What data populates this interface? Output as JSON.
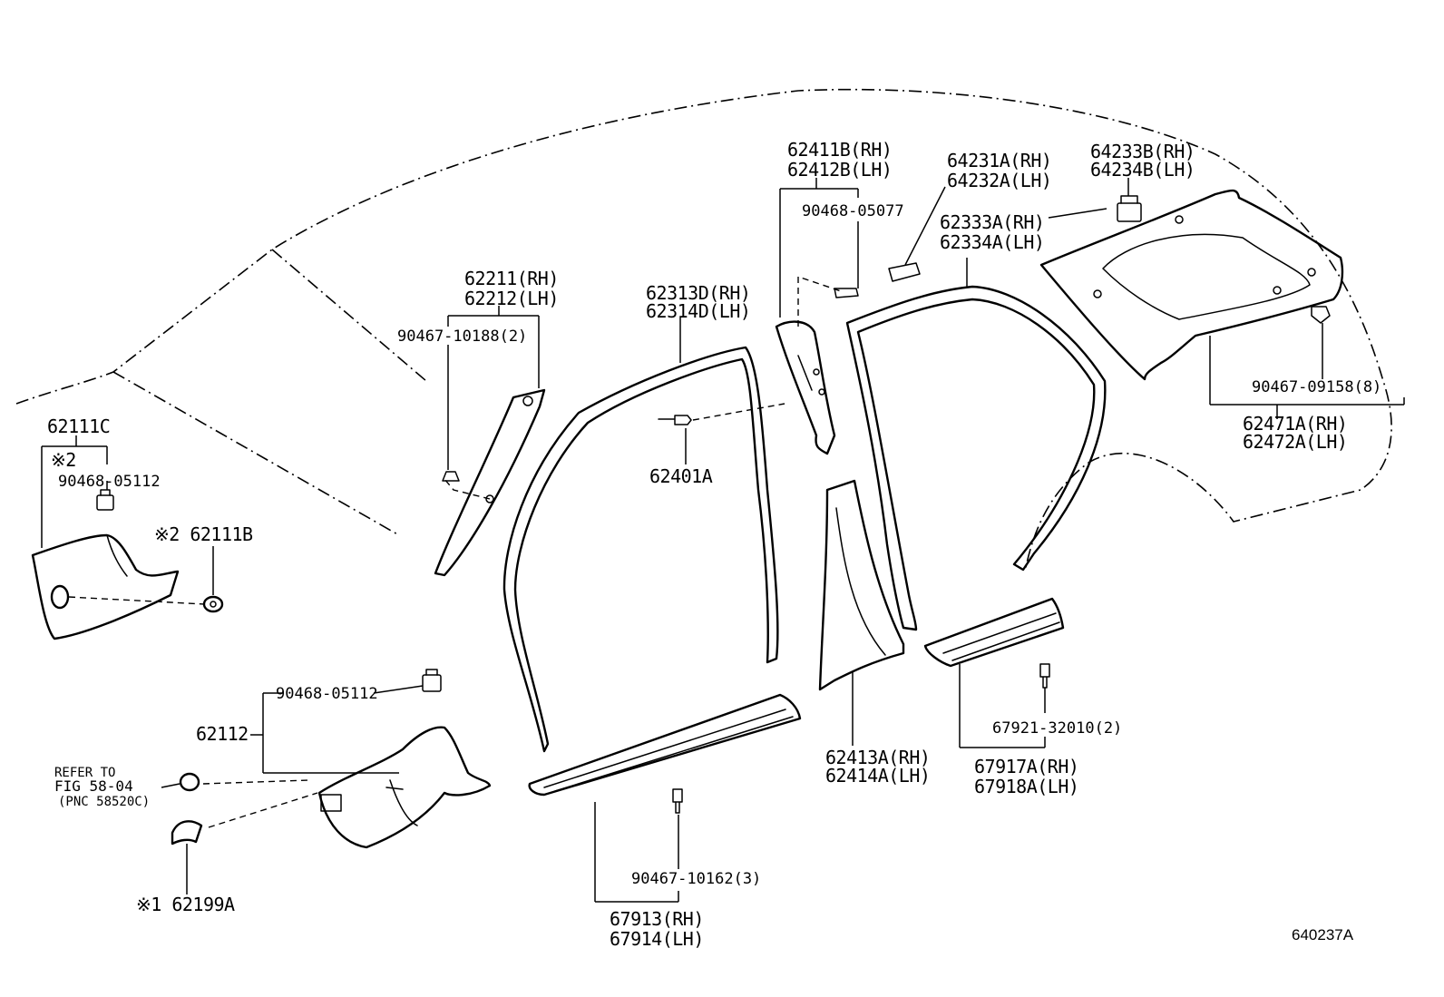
{
  "figure_id": "640237A",
  "labels": {
    "p62111C": "62111C",
    "p62111C_note": "※2",
    "p90468_05112_a": "90468-05112",
    "p62111B": "※2 62111B",
    "p90468_05112_b": "90468-05112",
    "p62112": "62112",
    "refer_line1": "REFER TO",
    "refer_line2": "FIG 58-04",
    "refer_line3": "(PNC 58520C)",
    "p62199A": "※1 62199A",
    "p62211_rh": "62211(RH)",
    "p62212_lh": "62212(LH)",
    "p90467_10188": "90467-10188(2)",
    "p62313D_rh": "62313D(RH)",
    "p62314D_lh": "62314D(LH)",
    "p62401A": "62401A",
    "p90467_10162": "90467-10162(3)",
    "p67913_rh": "67913(RH)",
    "p67914_lh": "67914(LH)",
    "p62411B_rh": "62411B(RH)",
    "p62412B_lh": "62412B(LH)",
    "p90468_05077": "90468-05077",
    "p64231A_rh": "64231A(RH)",
    "p64232A_lh": "64232A(LH)",
    "p62333A_rh": "62333A(RH)",
    "p62334A_lh": "62334A(LH)",
    "p64233B_rh": "64233B(RH)",
    "p64234B_lh": "64234B(LH)",
    "p62413A_rh": "62413A(RH)",
    "p62414A_lh": "62414A(LH)",
    "p90467_09158": "90467-09158(8)",
    "p62471A_rh": "62471A(RH)",
    "p62472A_lh": "62472A(LH)",
    "p67921_32010": "67921-32010(2)",
    "p67917A_rh": "67917A(RH)",
    "p67918A_lh": "67918A(LH)"
  },
  "icons": [
    "clip-icon",
    "screw-icon",
    "retainer-icon",
    "fastener-icon"
  ]
}
